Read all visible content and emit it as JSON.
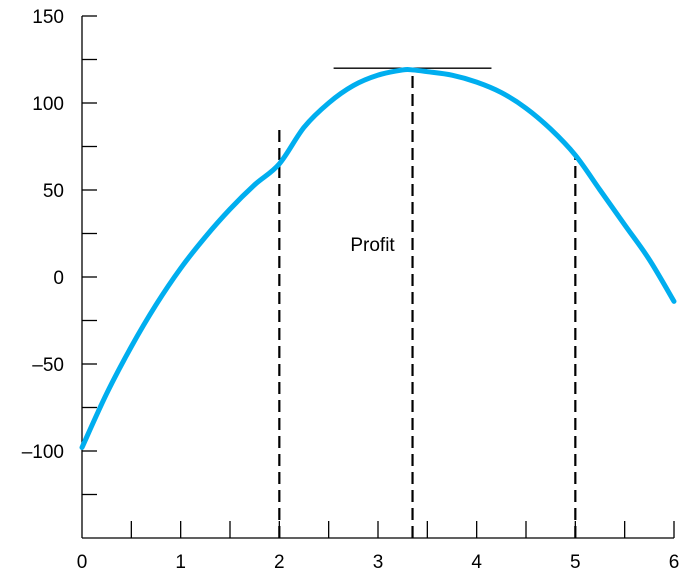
{
  "chart_data": {
    "type": "line",
    "title": "",
    "xlabel": "",
    "ylabel": "",
    "xlim": [
      0,
      6
    ],
    "ylim": [
      -150,
      150
    ],
    "x_ticks": [
      0,
      0.5,
      1,
      1.5,
      2,
      2.5,
      3,
      3.5,
      4,
      4.5,
      5,
      5.5,
      6
    ],
    "x_tick_labels": [
      {
        "value": 0,
        "label": "0"
      },
      {
        "value": 1,
        "label": "1"
      },
      {
        "value": 2,
        "label": "2"
      },
      {
        "value": 3,
        "label": "3"
      },
      {
        "value": 4,
        "label": "4"
      },
      {
        "value": 5,
        "label": "5"
      },
      {
        "value": 6,
        "label": "6"
      }
    ],
    "y_ticks": [
      -125,
      -100,
      -75,
      -50,
      -25,
      0,
      25,
      50,
      75,
      100,
      125,
      150
    ],
    "y_tick_labels": [
      {
        "value": 150,
        "label": "150"
      },
      {
        "value": 100,
        "label": "100"
      },
      {
        "value": 50,
        "label": "50"
      },
      {
        "value": 0,
        "label": "0"
      },
      {
        "value": -50,
        "label": "–50"
      },
      {
        "value": -100,
        "label": "–100"
      }
    ],
    "grid": false,
    "legend": "none",
    "series": [
      {
        "color": "#00aeef",
        "x": [
          0,
          0.25,
          0.5,
          0.75,
          1,
          1.25,
          1.5,
          1.75,
          2,
          2.25,
          2.5,
          2.75,
          3,
          3.25,
          3.35,
          3.5,
          3.75,
          4,
          4.25,
          4.5,
          4.75,
          5,
          5.25,
          5.5,
          5.75,
          6
        ],
        "y": [
          -98,
          -67,
          -40,
          -16,
          5,
          23,
          39,
          53,
          65,
          86,
          100,
          110,
          116,
          119,
          119,
          118,
          116,
          112,
          106,
          97,
          85,
          70,
          50,
          30,
          10,
          -14
        ]
      }
    ],
    "vertical_markers": [
      {
        "x": 2,
        "y": 85
      },
      {
        "x": 3.35,
        "y": 119
      },
      {
        "x": 5,
        "y": 70
      }
    ],
    "tangent_line": {
      "y": 120,
      "x_start": 2.55,
      "x_end": 4.15
    },
    "annotations": [
      {
        "text": "Profit",
        "x": 2.72,
        "y": 15
      }
    ]
  }
}
